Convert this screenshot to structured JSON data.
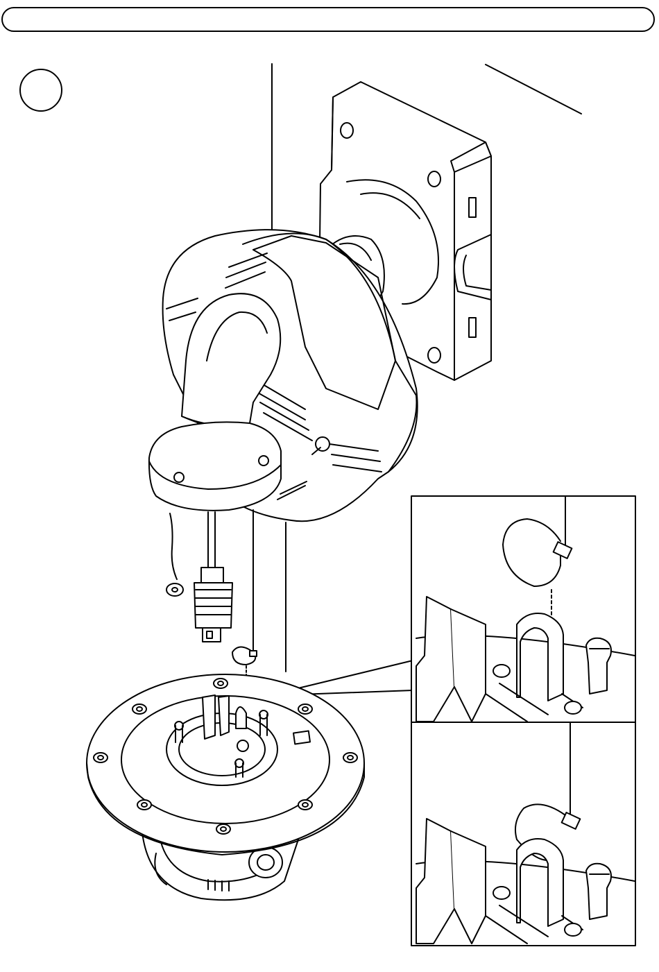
{
  "header": {
    "text": ""
  },
  "step": {
    "number": ""
  },
  "colors": {
    "line": "#000000",
    "paper": "#ffffff",
    "shade": "#444444"
  },
  "illustration": {
    "main_view": "camera-wall-mount-installation",
    "inset_top_view": "safety-wire-before-attach",
    "inset_bottom_view": "safety-wire-attached"
  }
}
